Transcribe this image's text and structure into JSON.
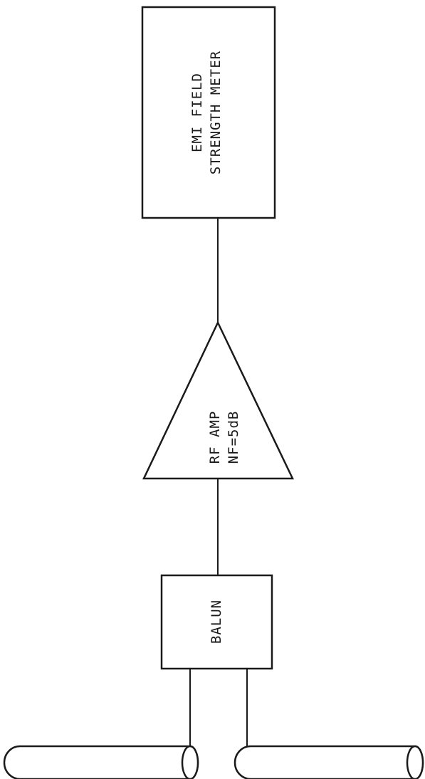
{
  "diagram": {
    "meter": {
      "line1": "EMI FIELD",
      "line2": "STRENGTH METER"
    },
    "amplifier": {
      "line1": "RF AMP",
      "line2": "NF=5dB"
    },
    "balun": {
      "label": "BALUN"
    },
    "colors": {
      "stroke": "#1a1a1a",
      "background": "#ffffff"
    }
  }
}
